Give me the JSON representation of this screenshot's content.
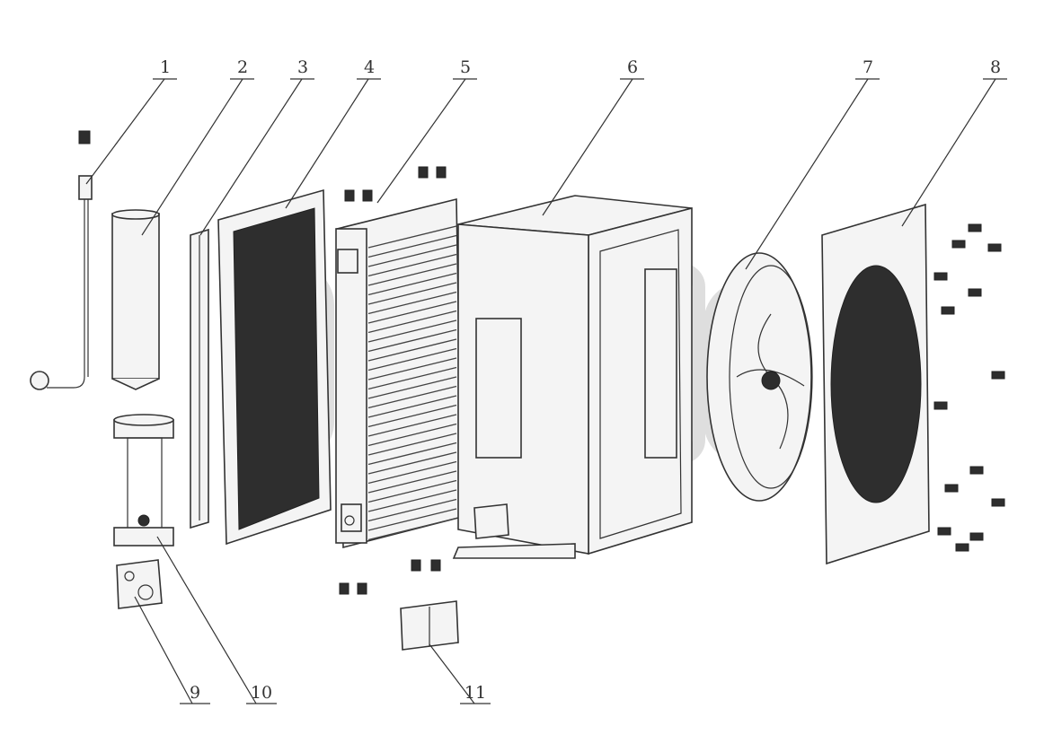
{
  "diagram": {
    "type": "exploded-assembly",
    "callouts": [
      {
        "id": "1",
        "label": "1"
      },
      {
        "id": "2",
        "label": "2"
      },
      {
        "id": "3",
        "label": "3"
      },
      {
        "id": "4",
        "label": "4"
      },
      {
        "id": "5",
        "label": "5"
      },
      {
        "id": "6",
        "label": "6"
      },
      {
        "id": "7",
        "label": "7"
      },
      {
        "id": "8",
        "label": "8"
      },
      {
        "id": "9",
        "label": "9"
      },
      {
        "id": "10",
        "label": "10"
      },
      {
        "id": "11",
        "label": "11"
      }
    ]
  },
  "colors": {
    "line": "#333333",
    "fill": "#f4f4f4",
    "dark": "#2e2e2e",
    "watermark": "#d9d9d9"
  }
}
